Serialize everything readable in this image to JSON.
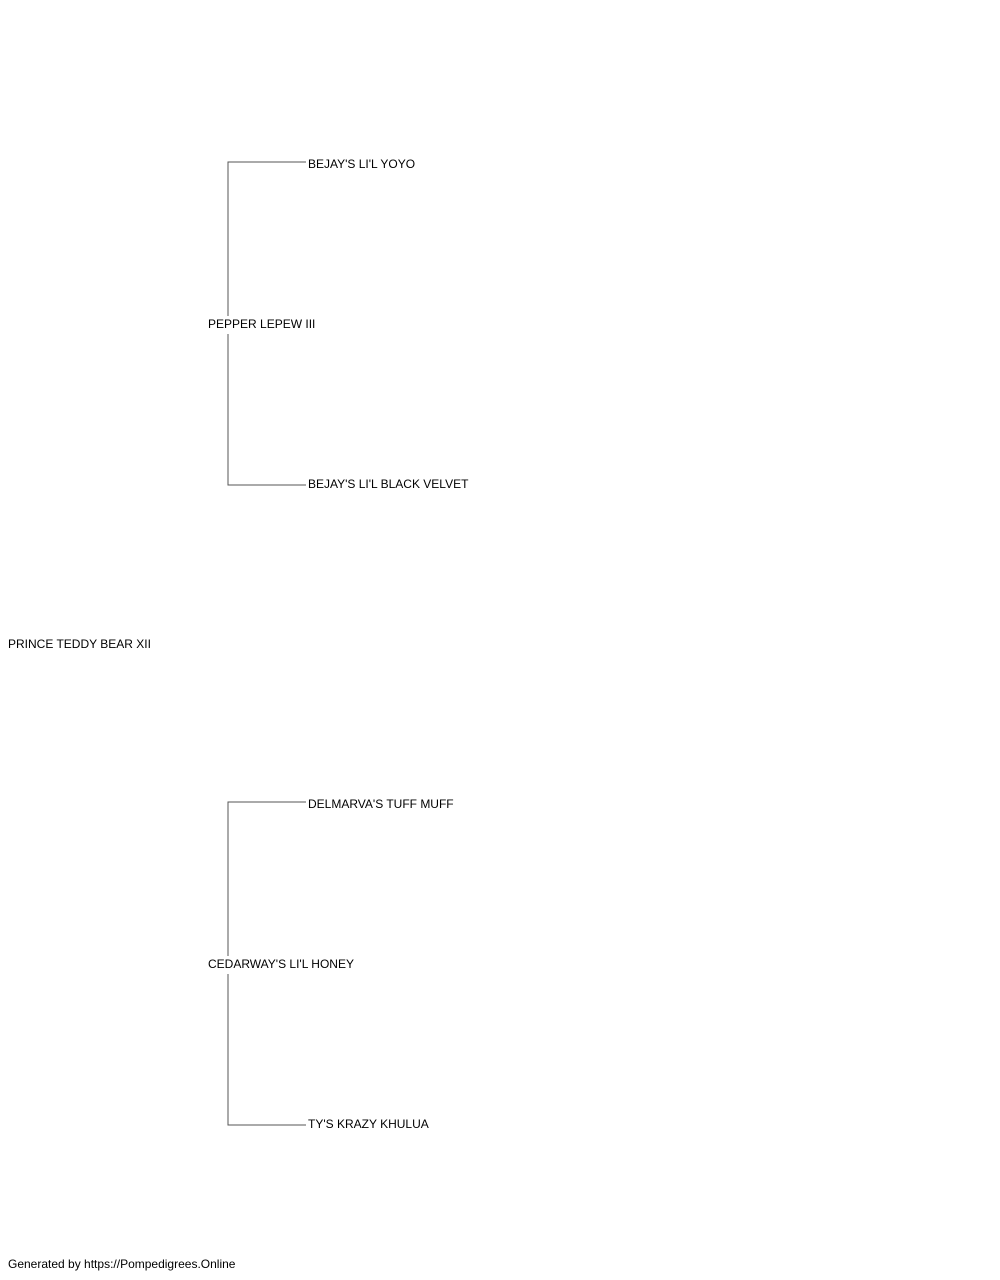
{
  "pedigree": {
    "subject": "PRINCE TEDDY BEAR XII",
    "sire": {
      "name": "PEPPER LEPEW III",
      "sire": "BEJAY'S LI'L YOYO",
      "dam": "BEJAY'S LI'L BLACK VELVET"
    },
    "dam": {
      "name": "CEDARWAY'S LI'L HONEY",
      "sire": "DELMARVA'S TUFF MUFF",
      "dam": "TY'S KRAZY KHULUA"
    }
  },
  "footer": {
    "text": "Generated by https://Pompedigrees.Online"
  },
  "colors": {
    "line": "#555555",
    "text": "#000000",
    "background": "#ffffff"
  }
}
